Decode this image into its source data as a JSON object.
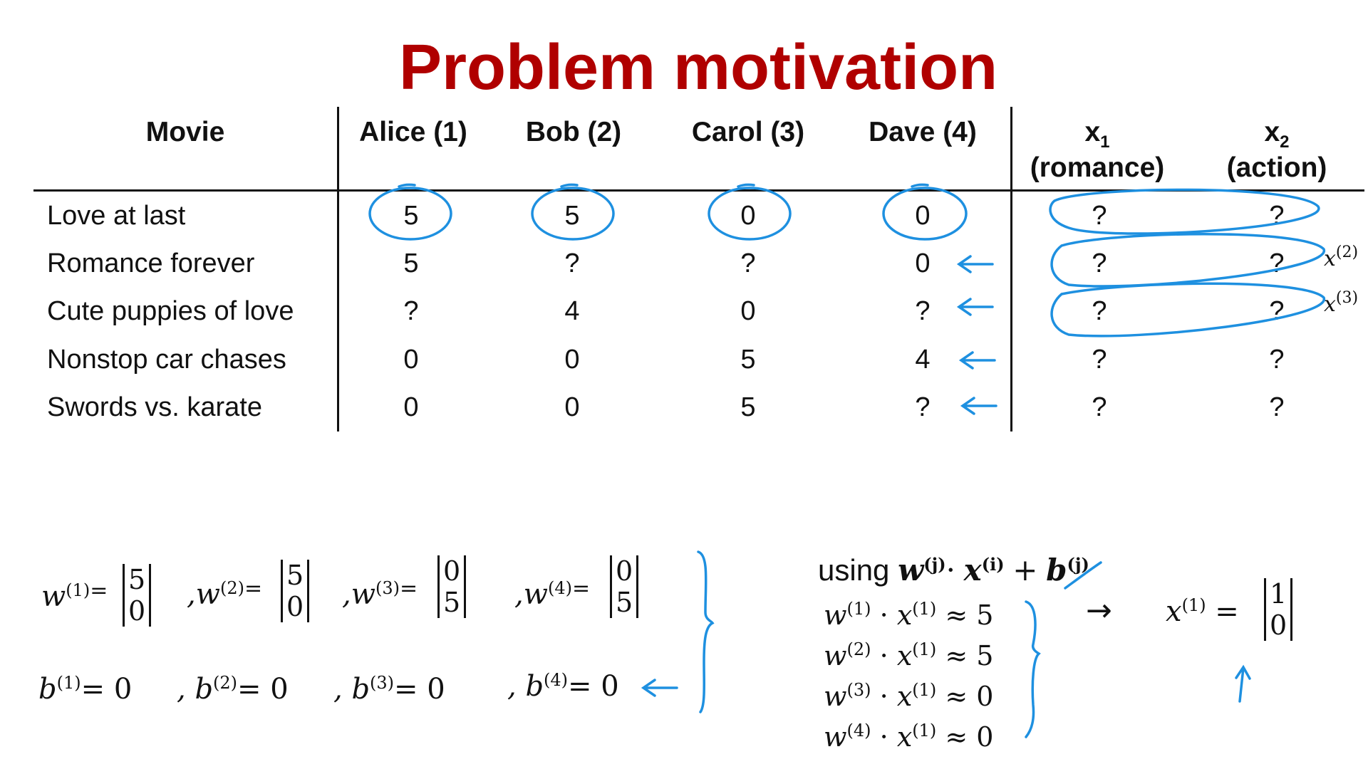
{
  "title": "Problem motivation",
  "table": {
    "headers": {
      "movie": "Movie",
      "users": [
        "Alice (1)",
        "Bob (2)",
        "Carol (3)",
        "Dave (4)"
      ],
      "x1_top": "x",
      "x1_sub": "1",
      "x1_bottom": "(romance)",
      "x2_top": "x",
      "x2_sub": "2",
      "x2_bottom": "(action)"
    },
    "rows": [
      {
        "movie": "Love at last",
        "ratings": [
          "5",
          "5",
          "0",
          "0"
        ],
        "x1": "?",
        "x2": "?"
      },
      {
        "movie": "Romance forever",
        "ratings": [
          "5",
          "?",
          "?",
          "0"
        ],
        "x1": "?",
        "x2": "?"
      },
      {
        "movie": "Cute puppies of love",
        "ratings": [
          "?",
          "4",
          "0",
          "?"
        ],
        "x1": "?",
        "x2": "?"
      },
      {
        "movie": "Nonstop car chases",
        "ratings": [
          "0",
          "0",
          "5",
          "4"
        ],
        "x1": "?",
        "x2": "?"
      },
      {
        "movie": "Swords vs. karate",
        "ratings": [
          "0",
          "0",
          "5",
          "?"
        ],
        "x1": "?",
        "x2": "?"
      }
    ],
    "annotations": {
      "x2_label": "x",
      "x2_sup": "(2)",
      "x3_label": "x",
      "x3_sup": "(3)"
    }
  },
  "params": {
    "w": [
      {
        "name": "w",
        "sup": "(1)",
        "eq": "=",
        "top": "5",
        "bottom": "0",
        "prefix": ""
      },
      {
        "name": "w",
        "sup": "(2)",
        "eq": "=",
        "top": "5",
        "bottom": "0",
        "prefix": ","
      },
      {
        "name": "w",
        "sup": "(3)",
        "eq": "=",
        "top": "0",
        "bottom": "5",
        "prefix": ","
      },
      {
        "name": "w",
        "sup": "(4)",
        "eq": "=",
        "top": "0",
        "bottom": "5",
        "prefix": ","
      }
    ],
    "b": [
      {
        "name": "b",
        "sup": "(1)",
        "eq": "= 0",
        "prefix": ""
      },
      {
        "name": "b",
        "sup": "(2)",
        "eq": "= 0",
        "prefix": ","
      },
      {
        "name": "b",
        "sup": "(3)",
        "eq": "= 0",
        "prefix": ","
      },
      {
        "name": "b",
        "sup": "(4)",
        "eq": "= 0",
        "prefix": ","
      }
    ]
  },
  "using": {
    "word": "using",
    "w": "w",
    "w_sup": "(j)",
    "dot": "·",
    "x": "x",
    "x_sup": "(i)",
    "plus": "+",
    "b": "b",
    "b_sup": "(j)"
  },
  "approx": [
    {
      "w": "w",
      "w_sup": "(1)",
      "dot": "·",
      "x": "x",
      "x_sup": "(1)",
      "rhs": "≈ 5"
    },
    {
      "w": "w",
      "w_sup": "(2)",
      "dot": "·",
      "x": "x",
      "x_sup": "(1)",
      "rhs": "≈ 5"
    },
    {
      "w": "w",
      "w_sup": "(3)",
      "dot": "·",
      "x": "x",
      "x_sup": "(1)",
      "rhs": "≈ 0"
    },
    {
      "w": "w",
      "w_sup": "(4)",
      "dot": "·",
      "x": "x",
      "x_sup": "(1)",
      "rhs": "≈ 0"
    }
  ],
  "result": {
    "arrow": "→",
    "x": "x",
    "x_sup": "(1)",
    "eq": "=",
    "top": "1",
    "bottom": "0"
  },
  "colors": {
    "title": "#b00000",
    "annotation": "#1e90e0",
    "text": "#111111"
  }
}
